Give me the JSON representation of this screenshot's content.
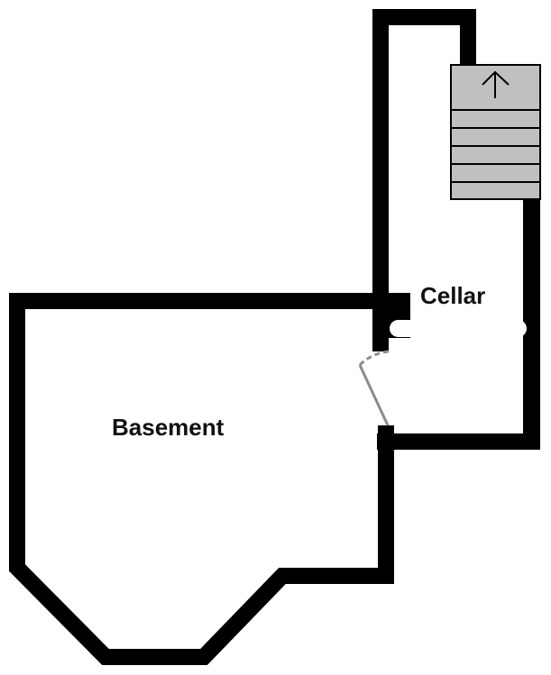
{
  "floorplan": {
    "rooms": [
      {
        "id": "basement",
        "label": "Basement"
      },
      {
        "id": "cellar",
        "label": "Cellar"
      }
    ],
    "stairs": {
      "direction": "up",
      "icon": "arrow-up-icon",
      "steps": 6
    },
    "colors": {
      "wall": "#000000",
      "stair_fill": "#c0c0c0",
      "door_line": "#8c8c8c",
      "background": "#ffffff"
    }
  }
}
